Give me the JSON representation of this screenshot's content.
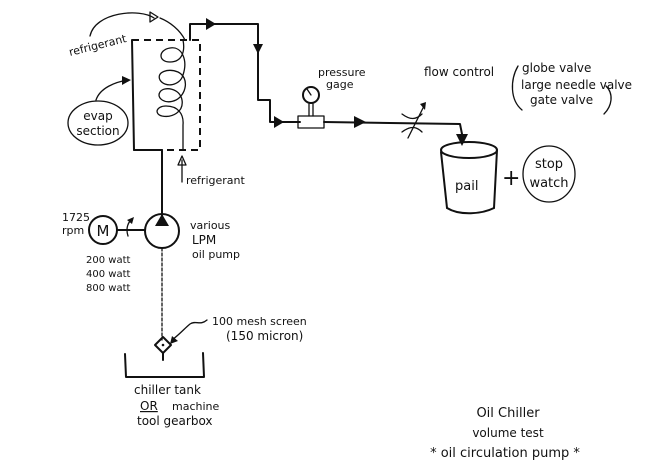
{
  "diagram": {
    "title_lines": [
      "Oil Chiller",
      "volume test",
      "* oil circulation pump *"
    ],
    "evaporator": {
      "label_top": "refrigerant",
      "label_bottom": "refrigerant",
      "section_label_line1": "evap",
      "section_label_line2": "section"
    },
    "motor": {
      "symbol": "M",
      "speed_line1": "1725",
      "speed_line2": "rpm",
      "power_options": [
        "200 watt",
        "400 watt",
        "800 watt"
      ]
    },
    "pump": {
      "label_lines": [
        "various",
        "LPM",
        "oil pump"
      ]
    },
    "pressure_gage": {
      "label_line1": "pressure",
      "label_line2": "gage"
    },
    "flow_control": {
      "label": "flow control",
      "options": [
        "globe valve",
        "large needle valve",
        "gate valve"
      ]
    },
    "pail": {
      "label": "pail",
      "plus": "+",
      "stopwatch_line1": "stop",
      "stopwatch_line2": "watch"
    },
    "screen": {
      "label_line1": "100 mesh screen",
      "label_line2": "(150 micron)"
    },
    "tank": {
      "label_line1": "chiller tank",
      "label_line2": "OR",
      "label_line2b": "machine",
      "label_line3": "tool gearbox"
    }
  }
}
